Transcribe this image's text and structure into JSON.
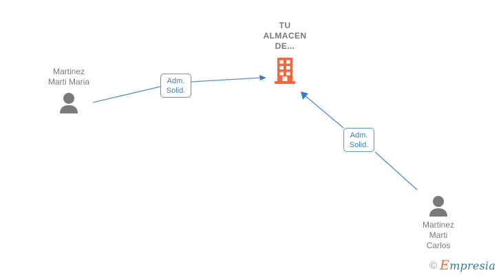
{
  "graph": {
    "company": {
      "name": "TU\nALMACEN\nDE...",
      "icon": "building-icon",
      "color": "#f5673a"
    },
    "persons": [
      {
        "id": "person-left",
        "name": "Martinez\nMarti Maria",
        "icon": "person-icon",
        "color": "#7a7a7a"
      },
      {
        "id": "person-right",
        "name": "Martinez\nMarti\nCarlos",
        "icon": "person-icon",
        "color": "#7a7a7a"
      }
    ],
    "relations": [
      {
        "id": "rel-label-1",
        "label": "Adm.\nSolid.",
        "from": "Martinez Marti Maria",
        "to": "TU ALMACEN DE...",
        "color": "#3b7ec4"
      },
      {
        "id": "rel-label-2",
        "label": "Adm.\nSolid.",
        "from": "Martinez Marti Carlos",
        "to": "TU ALMACEN DE...",
        "color": "#3b7ec4"
      }
    ],
    "edge_color": "#4a8fd4"
  },
  "watermark": {
    "copyright": "©",
    "brand_initial": "E",
    "brand_rest": "mpresia"
  }
}
